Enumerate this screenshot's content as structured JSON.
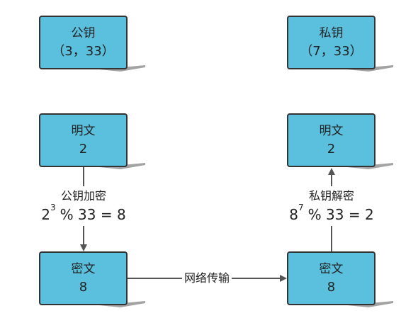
{
  "boxes": {
    "public_key": {
      "title": "公钥",
      "value": "（3，33）"
    },
    "private_key": {
      "title": "私钥",
      "value": "（7，33）"
    },
    "plaintext_left": {
      "title": "明文",
      "value": "2"
    },
    "plaintext_right": {
      "title": "明文",
      "value": "2"
    },
    "ciphertext_left": {
      "title": "密文",
      "value": "8"
    },
    "ciphertext_right": {
      "title": "密文",
      "value": "8"
    }
  },
  "edges": {
    "encrypt": {
      "label": "公钥加密",
      "base": "2",
      "exponent": "3",
      "rest": "% 33 = 8"
    },
    "decrypt": {
      "label": "私钥解密",
      "base": "8",
      "exponent": "7",
      "rest": "% 33 = 2"
    },
    "transfer": {
      "label": "网络传输"
    }
  },
  "colors": {
    "box_fill": "#5bc0de",
    "box_border": "#333333",
    "line": "#555555",
    "shadow": "#a3a3a3",
    "text": "#222222"
  }
}
